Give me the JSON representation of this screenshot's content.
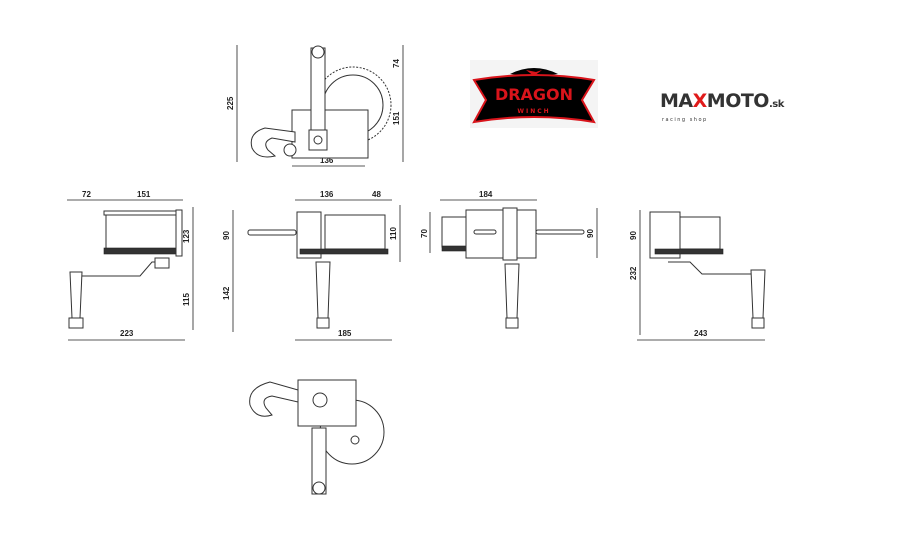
{
  "logos": {
    "dragon": {
      "line1": "DRAGON",
      "line2": "WINCH",
      "red": "#d9141b",
      "black": "#000000"
    },
    "maxmoto": {
      "part1": "MA",
      "part2": "X",
      "part3": "MOTO",
      "suffix": ".sk",
      "tagline": "racing shop",
      "accent": "#e01a1a"
    }
  },
  "top_view": {
    "height_total": "225",
    "handle_above": "74",
    "gear_height": "151",
    "body_width": "136"
  },
  "left_view": {
    "offset": "72",
    "width": "151",
    "body_height": "123",
    "handle_drop": "115",
    "total_width": "223"
  },
  "front_view": {
    "body_width": "136",
    "rod_width": "48",
    "upper_height": "90",
    "handle_height": "142",
    "right_height": "110",
    "total_width": "185"
  },
  "back_view": {
    "width": "184",
    "left_height": "70",
    "right_height": "90"
  },
  "right_view": {
    "upper_height": "90",
    "total_height": "232",
    "total_width": "243"
  }
}
